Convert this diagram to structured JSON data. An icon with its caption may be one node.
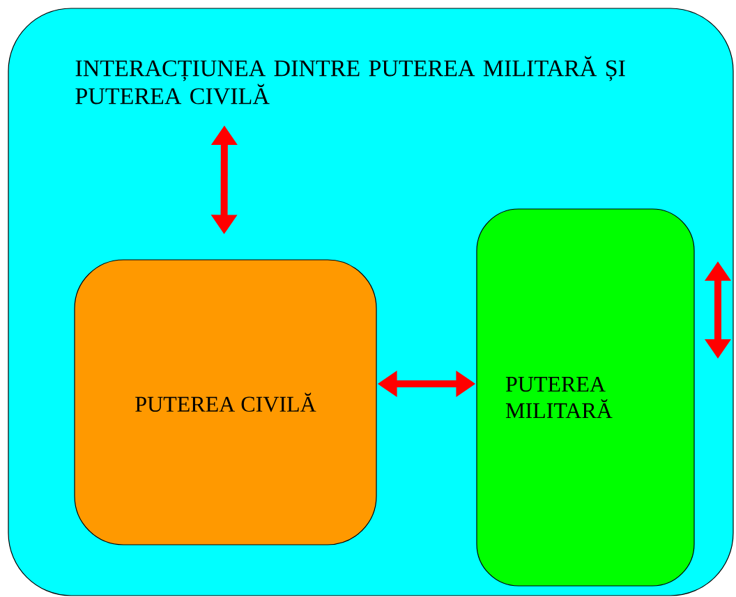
{
  "diagram": {
    "nodes": [
      {
        "text": [],
        "shape": "box"
      },
      {
        "text": [
          "INTERACȚIUNEA DINTRE PUTEREA MILITARĂ ȘI PUTEREA CIVILĂ"
        ],
        "in": 0
      },
      {
        "text": [
          "PUTEREA CIVILĂ"
        ],
        "in": 0
      },
      {
        "text": [
          "PUTEREA MILITARĂ"
        ],
        "in": 0
      }
    ],
    "edges": [
      {
        "from": 1,
        "to": 2,
        "arrow": "both"
      },
      {
        "from": 2,
        "to": 3,
        "arrow": "both"
      }
    ]
  }
}
